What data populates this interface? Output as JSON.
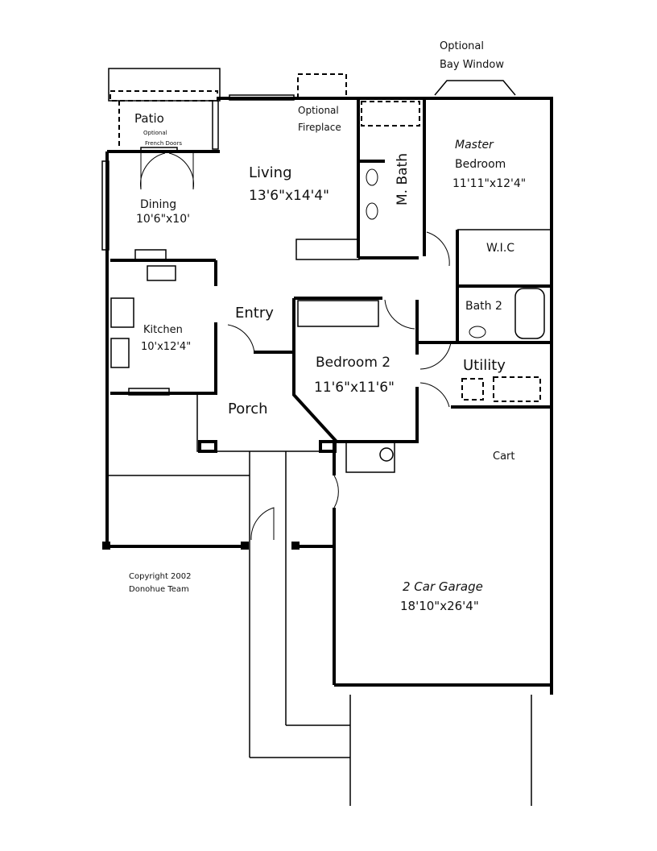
{
  "title": "Floor Plan",
  "rooms": {
    "patio": {
      "name": "Patio",
      "note1": "Optional",
      "note2": "French Doors"
    },
    "living": {
      "name": "Living",
      "size": "13'6\"x14'4\""
    },
    "dining": {
      "name": "Dining",
      "size": "10'6\"x10'"
    },
    "master": {
      "name1": "Master",
      "name2": "Bedroom",
      "size": "11'11\"x12'4\""
    },
    "master_bath": {
      "name": "M. Bath"
    },
    "wic": {
      "name": "W.I.C"
    },
    "kitchen": {
      "name": "Kitchen",
      "size": "10'x12'4\""
    },
    "entry": {
      "name": "Entry"
    },
    "bedroom2": {
      "name": "Bedroom 2",
      "size": "11'6\"x11'6\""
    },
    "bath2": {
      "name": "Bath 2"
    },
    "utility": {
      "name": "Utility"
    },
    "porch": {
      "name": "Porch"
    },
    "cart": {
      "name": "Cart"
    },
    "garage": {
      "name": "2 Car Garage",
      "size": "18'10\"x26'4\""
    }
  },
  "annotations": {
    "fireplace1": "Optional",
    "fireplace2": "Fireplace",
    "bay1": "Optional",
    "bay2": "Bay Window",
    "copyright1": "Copyright 2002",
    "copyright2": "Donohue Team"
  }
}
